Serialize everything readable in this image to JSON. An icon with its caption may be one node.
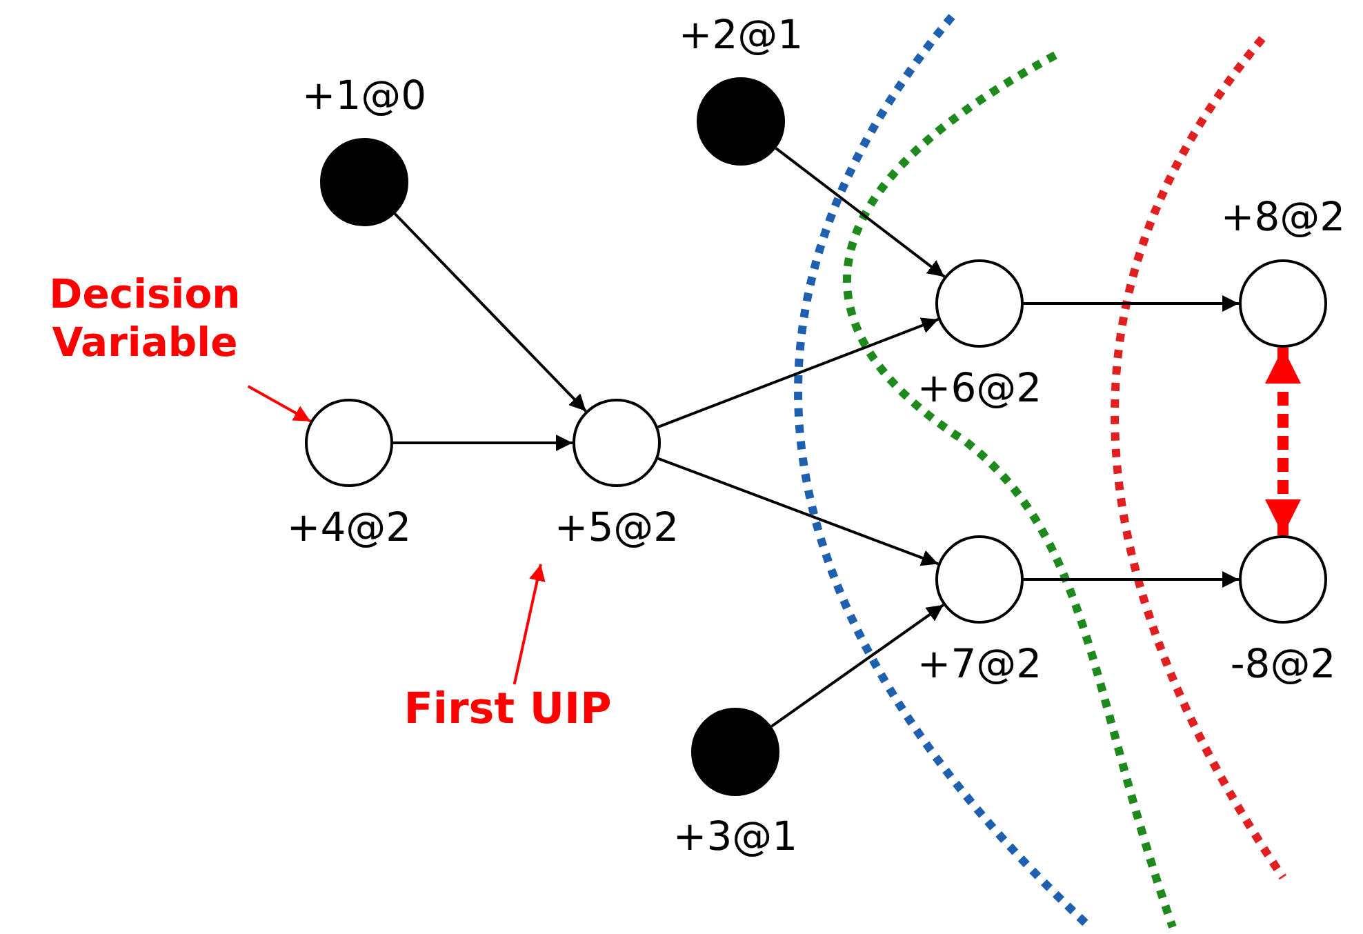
{
  "diagram": {
    "nodes": [
      {
        "text": [
          "+1@0"
        ]
      },
      {
        "text": [
          "+2@1"
        ]
      },
      {
        "text": [
          "+3@1"
        ]
      },
      {
        "text": [
          "+4@2"
        ]
      },
      {
        "text": [
          "+5@2"
        ]
      },
      {
        "text": [
          "+6@2"
        ]
      },
      {
        "text": [
          "+7@2"
        ]
      },
      {
        "text": [
          "+8@2"
        ]
      },
      {
        "text": [
          "-8@2"
        ]
      },
      {
        "text": [
          "Decision Variable"
        ]
      },
      {
        "text": [
          "First UIP"
        ]
      }
    ],
    "edges": [
      {
        "from": 0,
        "to": 4,
        "arrow": "to"
      },
      {
        "from": 3,
        "to": 4,
        "arrow": "to"
      },
      {
        "from": 4,
        "to": 5,
        "arrow": "to"
      },
      {
        "from": 4,
        "to": 6,
        "arrow": "to"
      },
      {
        "from": 1,
        "to": 5,
        "arrow": "to"
      },
      {
        "from": 2,
        "to": 6,
        "arrow": "to"
      },
      {
        "from": 5,
        "to": 7,
        "arrow": "to"
      },
      {
        "from": 6,
        "to": 8,
        "arrow": "to"
      },
      {
        "from": 7,
        "to": 8,
        "arrow": "both",
        "style": "dashed",
        "color": "#ff0000"
      },
      {
        "from": 9,
        "to": 3,
        "arrow": "to",
        "color": "#ff0000"
      },
      {
        "from": 10,
        "to": 4,
        "arrow": "to",
        "color": "#ff0000"
      }
    ]
  }
}
